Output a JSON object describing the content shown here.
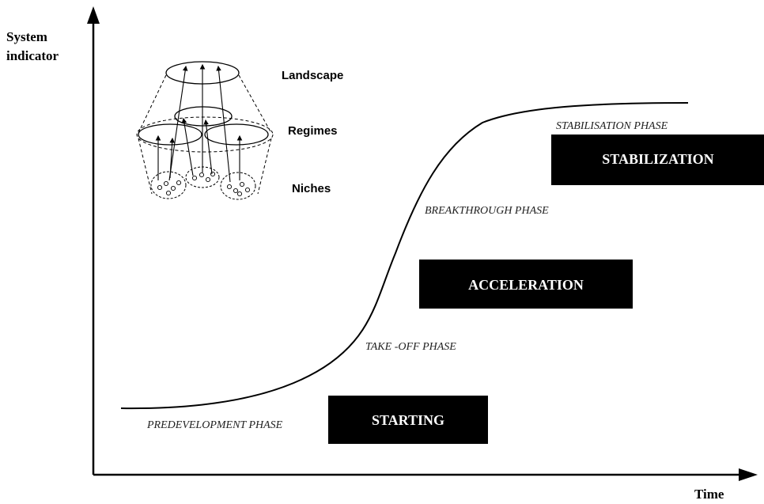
{
  "axes": {
    "y_title_line1": "System",
    "y_title_line2": "indicator",
    "x_title": "Time"
  },
  "phases": {
    "predevelopment": "PREDEVELOPMENT PHASE",
    "take_off": "TAKE -OFF PHASE",
    "breakthrough": "BREAKTHROUGH PHASE",
    "stabilisation": "STABILISATION PHASE"
  },
  "stages": {
    "starting": "STARTING",
    "acceleration": "ACCELERATION",
    "stabilization": "STABILIZATION"
  },
  "multilevel": {
    "landscape": "Landscape",
    "regimes": "Regimes",
    "niches": "Niches"
  },
  "colors": {
    "stage_box": "#000000",
    "stage_text": "#ffffff",
    "line": "#000000"
  }
}
